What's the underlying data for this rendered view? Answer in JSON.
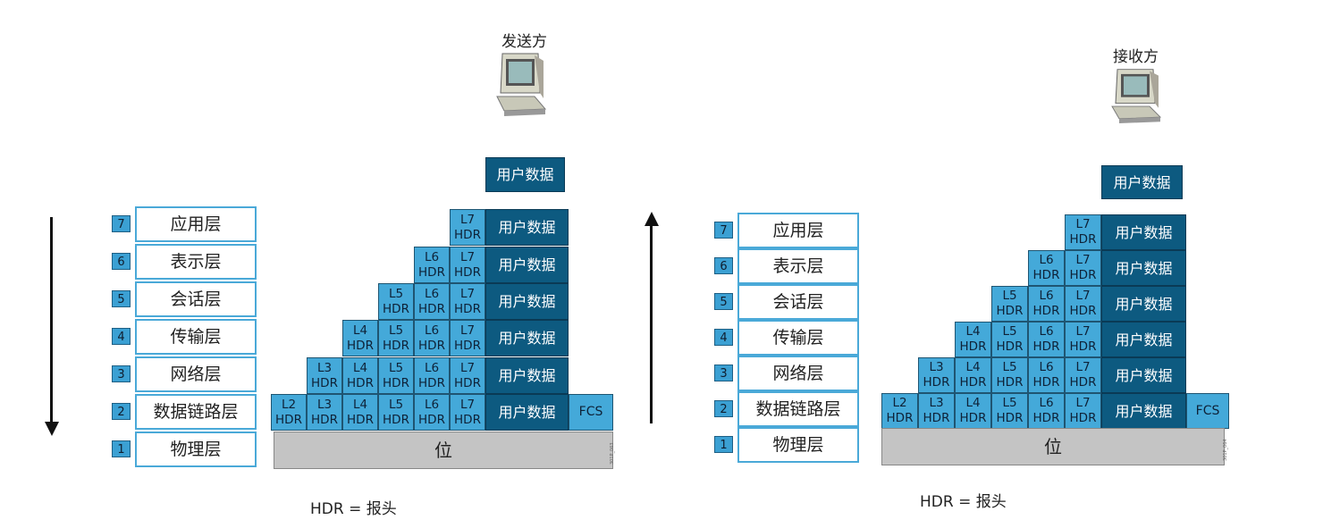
{
  "sender": {
    "title": "发送方"
  },
  "receiver": {
    "title": "接收方"
  },
  "layers": [
    {
      "num": "7",
      "name": "应用层"
    },
    {
      "num": "6",
      "name": "表示层"
    },
    {
      "num": "5",
      "name": "会话层"
    },
    {
      "num": "4",
      "name": "传输层"
    },
    {
      "num": "3",
      "name": "网络层"
    },
    {
      "num": "2",
      "name": "数据链路层"
    },
    {
      "num": "1",
      "name": "物理层"
    }
  ],
  "pdu": {
    "user_data": "用户数据",
    "hdr": "HDR",
    "headers": [
      "L2",
      "L3",
      "L4",
      "L5",
      "L6",
      "L7"
    ],
    "fcs": "FCS",
    "bits": "位"
  },
  "legend": {
    "hdr_text": "HDR = 报头"
  },
  "figure_ids": {
    "left": "301P_063",
    "right": "301P_064"
  },
  "icons": {
    "computer": "desktop-computer-icon",
    "down_arrow": "arrow-down-icon",
    "up_arrow": "arrow-up-icon"
  }
}
